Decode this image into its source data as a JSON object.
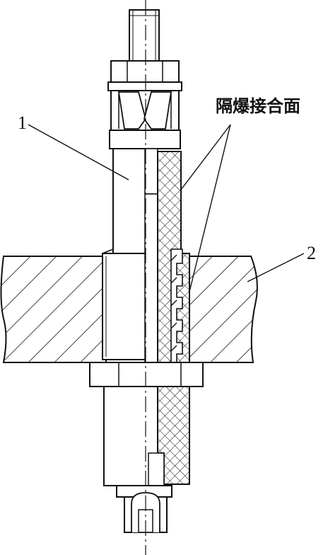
{
  "labels": {
    "part1": "1",
    "part2": "2",
    "flameproof_joint": "隔爆接合面"
  },
  "colors": {
    "line": "#111111",
    "background": "#ffffff"
  }
}
